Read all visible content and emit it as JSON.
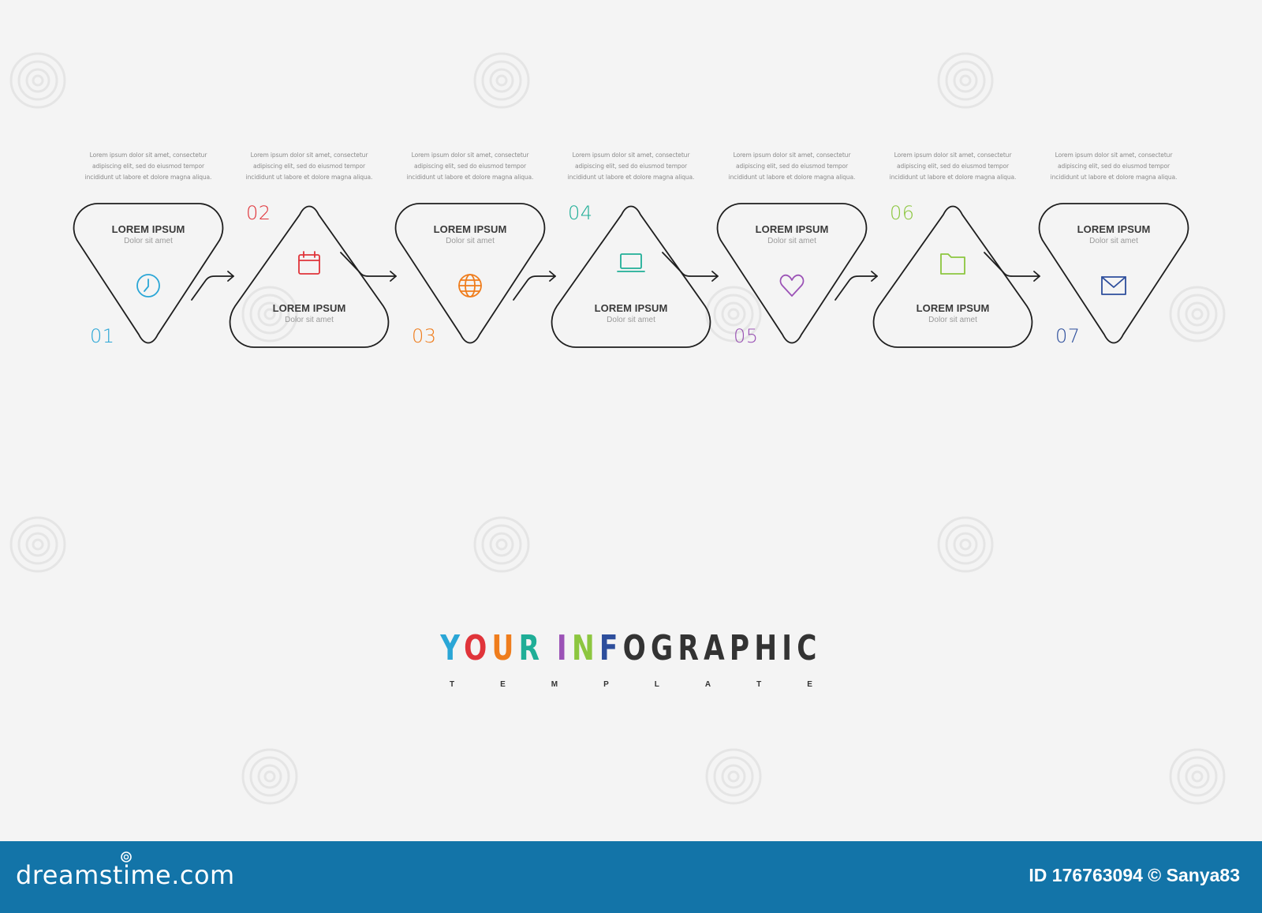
{
  "description_text": [
    "Lorem ipsum dolor sit amet, consectetur",
    "adipiscing elit, sed do eiusmod tempor",
    "incididunt ut labore et dolore magna aliqua."
  ],
  "steps": [
    {
      "number": "01",
      "title": "LOREM IPSUM",
      "subtitle": "Dolor sit amet",
      "icon": "clock-icon",
      "color": "#2aa6d6"
    },
    {
      "number": "02",
      "title": "LOREM IPSUM",
      "subtitle": "Dolor sit amet",
      "icon": "calendar-icon",
      "color": "#e0343a"
    },
    {
      "number": "03",
      "title": "LOREM IPSUM",
      "subtitle": "Dolor sit amet",
      "icon": "globe-icon",
      "color": "#ef7d1d"
    },
    {
      "number": "04",
      "title": "LOREM IPSUM",
      "subtitle": "Dolor sit amet",
      "icon": "laptop-icon",
      "color": "#1fae97"
    },
    {
      "number": "05",
      "title": "LOREM IPSUM",
      "subtitle": "Dolor sit amet",
      "icon": "heart-icon",
      "color": "#9b52b6"
    },
    {
      "number": "06",
      "title": "LOREM IPSUM",
      "subtitle": "Dolor sit amet",
      "icon": "folder-icon",
      "color": "#8cc63f"
    },
    {
      "number": "07",
      "title": "LOREM IPSUM",
      "subtitle": "Dolor sit amet",
      "icon": "envelope-icon",
      "color": "#2d4e9c"
    }
  ],
  "brand": {
    "title_letters": [
      {
        "char": "Y",
        "color": "#2aa6d6"
      },
      {
        "char": "O",
        "color": "#e0343a"
      },
      {
        "char": "U",
        "color": "#ef7d1d"
      },
      {
        "char": "R",
        "color": "#1fae97"
      },
      {
        "char": " ",
        "color": "#333333"
      },
      {
        "char": "I",
        "color": "#9b52b6"
      },
      {
        "char": "N",
        "color": "#8cc63f"
      },
      {
        "char": "F",
        "color": "#2d4e9c"
      },
      {
        "char": "O",
        "color": "#333333"
      },
      {
        "char": "G",
        "color": "#333333"
      },
      {
        "char": "R",
        "color": "#333333"
      },
      {
        "char": "A",
        "color": "#333333"
      },
      {
        "char": "P",
        "color": "#333333"
      },
      {
        "char": "H",
        "color": "#333333"
      },
      {
        "char": "I",
        "color": "#333333"
      },
      {
        "char": "C",
        "color": "#333333"
      }
    ],
    "subtitle_letters": [
      "T",
      "E",
      "M",
      "P",
      "L",
      "A",
      "T",
      "E"
    ]
  },
  "footer": {
    "logo_text": "dreamstime.com",
    "id_text": "ID 176763094 © Sanya83",
    "background": "#1374a8"
  },
  "colors": {
    "outline": "#1e1e1e",
    "background": "#f4f4f4"
  }
}
